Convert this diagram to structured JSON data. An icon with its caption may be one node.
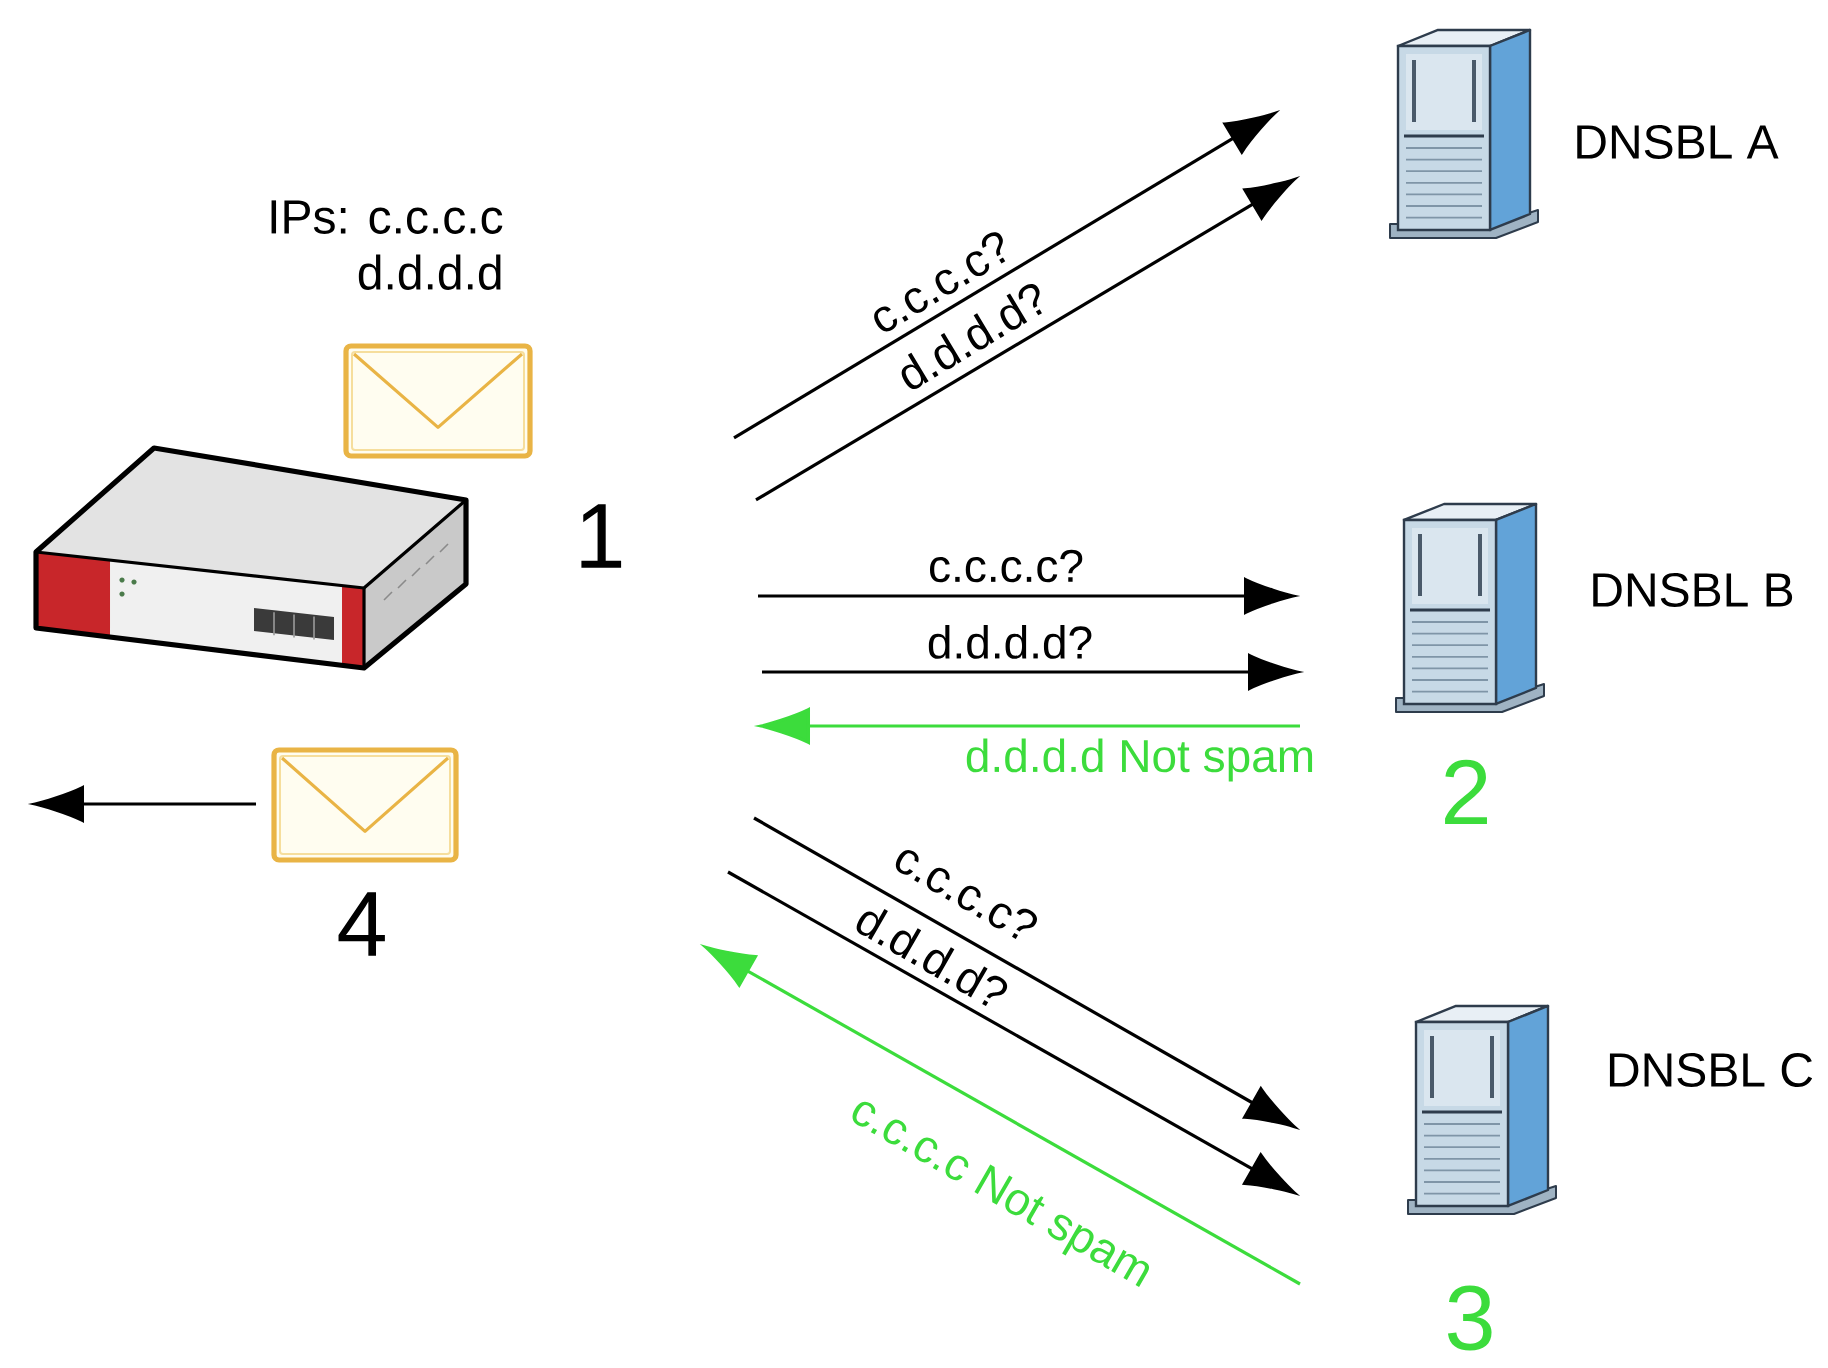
{
  "diagram": {
    "nodes": [
      {
        "text": [
          "IPs: c.c.c.c d.d.d.d"
        ]
      },
      {
        "text": [],
        "shape": "picture",
        "beside": [
          "1"
        ]
      },
      {
        "text": [],
        "shape": "picture",
        "beside": [
          "4"
        ]
      },
      {
        "text": [
          "DNSBL A"
        ]
      },
      {
        "text": [
          "DNSBL B"
        ],
        "beside": [
          "2"
        ]
      },
      {
        "text": [
          "DNSBL C"
        ],
        "beside": [
          "3"
        ]
      }
    ],
    "edges": [
      {
        "from": null,
        "to": 3,
        "arrow": "to",
        "label": "c.c.c.c?"
      },
      {
        "from": null,
        "to": 3,
        "arrow": "to",
        "label": "d.d.d.d?"
      },
      {
        "from": null,
        "to": 4,
        "arrow": "to",
        "label": "c.c.c.c?"
      },
      {
        "from": null,
        "to": 4,
        "arrow": "to",
        "label": "d.d.d.d?"
      },
      {
        "from": 4,
        "to": null,
        "arrow": "to",
        "label": "d.d.d.d Not spam",
        "color": "#3cdc3c"
      },
      {
        "from": null,
        "to": 5,
        "arrow": "to",
        "label": "c.c.c.c?"
      },
      {
        "from": null,
        "to": 5,
        "arrow": "to",
        "label": "d.d.d.d?"
      },
      {
        "from": 5,
        "to": null,
        "arrow": "to",
        "label": "c.c.c.c Not spam",
        "color": "#3cdc3c"
      },
      {
        "from": 2,
        "to": null,
        "arrow": "to"
      }
    ]
  }
}
